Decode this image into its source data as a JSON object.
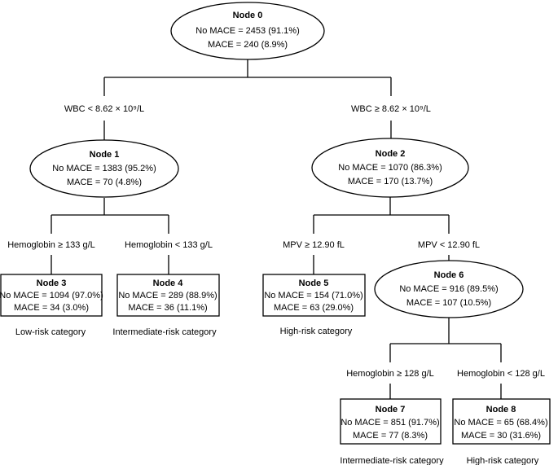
{
  "nodes": {
    "n0": {
      "title": "Node 0",
      "l1": "No MACE = 2453 (91.1%)",
      "l2": "MACE = 240 (8.9%)"
    },
    "n1": {
      "title": "Node 1",
      "l1": "No MACE = 1383 (95.2%)",
      "l2": "MACE = 70 (4.8%)"
    },
    "n2": {
      "title": "Node 2",
      "l1": "No MACE = 1070 (86.3%)",
      "l2": "MACE = 170 (13.7%)"
    },
    "n3": {
      "title": "Node 3",
      "l1": "No MACE = 1094 (97.0%)",
      "l2": "MACE = 34 (3.0%)"
    },
    "n4": {
      "title": "Node 4",
      "l1": "No MACE = 289 (88.9%)",
      "l2": "MACE = 36 (11.1%)"
    },
    "n5": {
      "title": "Node 5",
      "l1": "No MACE = 154 (71.0%)",
      "l2": "MACE = 63 (29.0%)"
    },
    "n6": {
      "title": "Node 6",
      "l1": "No MACE = 916 (89.5%)",
      "l2": "MACE = 107 (10.5%)"
    },
    "n7": {
      "title": "Node 7",
      "l1": "No MACE = 851 (91.7%)",
      "l2": "MACE = 77 (8.3%)"
    },
    "n8": {
      "title": "Node 8",
      "l1": "No MACE = 65 (68.4%)",
      "l2": "MACE = 30 (31.6%)"
    }
  },
  "splits": {
    "wbc_low": "WBC < 8.62 × 10⁹/L",
    "wbc_high": "WBC ≥ 8.62 × 10⁹/L",
    "hb_ge_133": "Hemoglobin ≥ 133 g/L",
    "hb_lt_133": "Hemoglobin < 133 g/L",
    "mpv_ge": "MPV ≥ 12.90 fL",
    "mpv_lt": "MPV < 12.90 fL",
    "hb_ge_128": "Hemoglobin ≥ 128 g/L",
    "hb_lt_128": "Hemoglobin < 128 g/L"
  },
  "categories": {
    "n3": "Low-risk category",
    "n4": "Intermediate-risk category",
    "n5": "High-risk category",
    "n7": "Intermediate-risk category",
    "n8": "High-risk category"
  }
}
